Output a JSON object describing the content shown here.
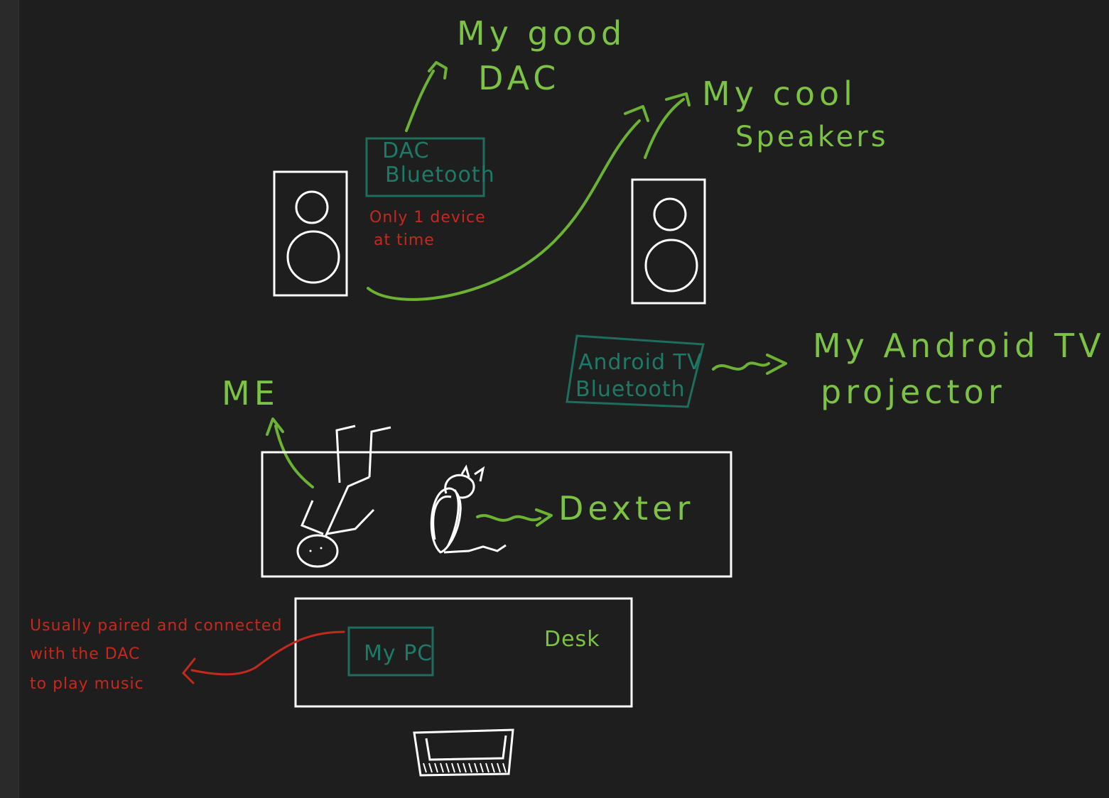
{
  "labels": {
    "good_dac_1": "My good",
    "good_dac_2": "DAC",
    "cool_speakers_1": "My cool",
    "cool_speakers_2": "Speakers",
    "dac_box_1": "DAC",
    "dac_box_2": "Bluetooth",
    "dac_note_1": "Only 1 device",
    "dac_note_2": "at time",
    "android_box_1": "Android TV",
    "android_box_2": "Bluetooth",
    "android_proj_1": "My Android TV",
    "android_proj_2": "projector",
    "me": "ME",
    "dexter": "Dexter",
    "desk": "Desk",
    "pc": "My PC",
    "pc_note_1": "Usually paired and connected",
    "pc_note_2": "with the DAC",
    "pc_note_3": "to play music"
  },
  "colors": {
    "background": "#1e1e1e",
    "green": "#7cc243",
    "teal": "#1d7a68",
    "red": "#c8281c",
    "white": "#ffffff"
  }
}
